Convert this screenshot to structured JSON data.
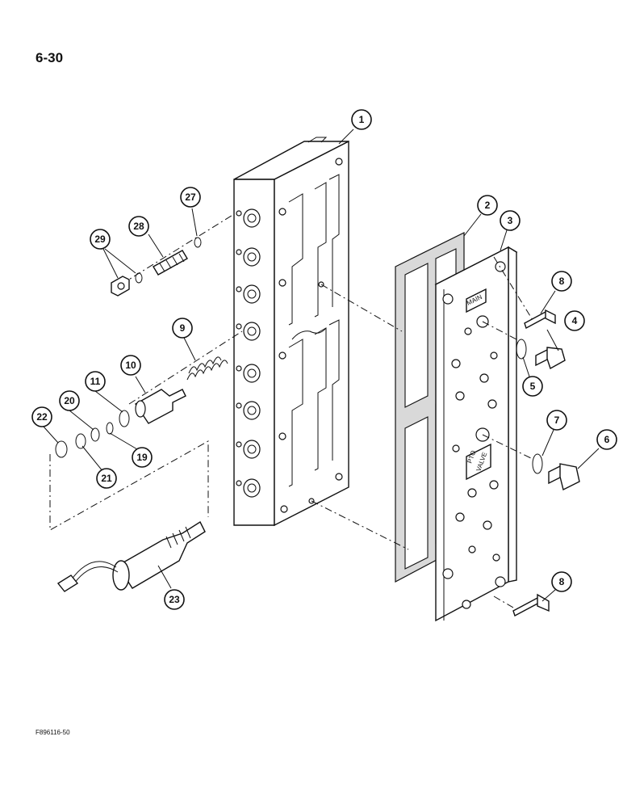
{
  "page_number": "6-30",
  "figure_code": "F896116-50",
  "plate_labels": {
    "main": "MAIN",
    "pto_line1": "PTO",
    "pto_line2": "VALVE"
  },
  "callouts": {
    "c1": "1",
    "c2": "2",
    "c3": "3",
    "c4": "4",
    "c5": "5",
    "c6": "6",
    "c7": "7",
    "c8a": "8",
    "c8b": "8",
    "c9": "9",
    "c10": "10",
    "c11": "11",
    "c19": "19",
    "c20": "20",
    "c21": "21",
    "c22": "22",
    "c23": "23",
    "c27": "27",
    "c28": "28",
    "c29": "29"
  }
}
